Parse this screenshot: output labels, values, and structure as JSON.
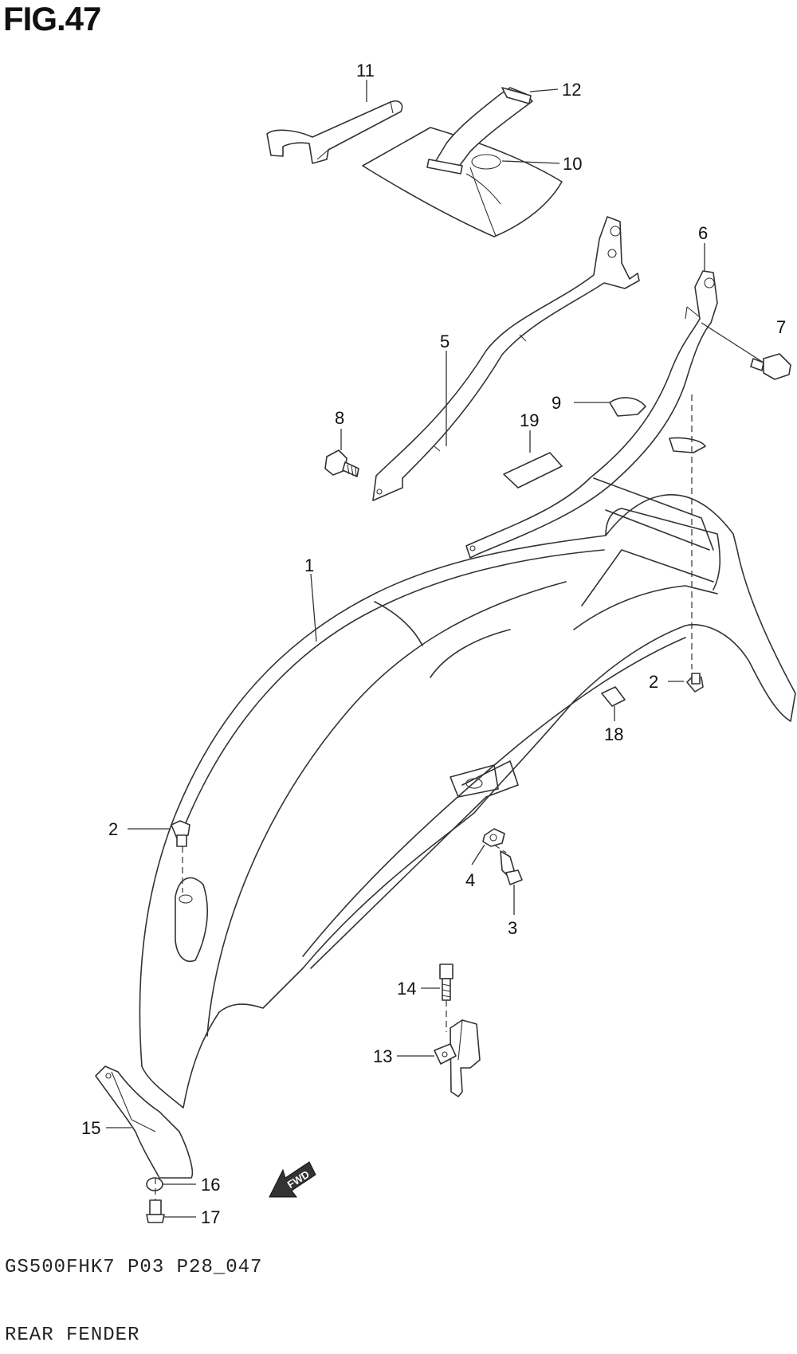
{
  "figure": {
    "title": "FIG.47",
    "model_code": "GS500FHK7  P03 P28_047",
    "section_name": "REAR  FENDER"
  },
  "callouts": [
    {
      "id": "c1",
      "number": "1"
    },
    {
      "id": "c2a",
      "number": "2"
    },
    {
      "id": "c2b",
      "number": "2"
    },
    {
      "id": "c3",
      "number": "3"
    },
    {
      "id": "c4",
      "number": "4"
    },
    {
      "id": "c5",
      "number": "5"
    },
    {
      "id": "c6",
      "number": "6"
    },
    {
      "id": "c7",
      "number": "7"
    },
    {
      "id": "c8",
      "number": "8"
    },
    {
      "id": "c9",
      "number": "9"
    },
    {
      "id": "c10",
      "number": "10"
    },
    {
      "id": "c11",
      "number": "11"
    },
    {
      "id": "c12",
      "number": "12"
    },
    {
      "id": "c13",
      "number": "13"
    },
    {
      "id": "c14",
      "number": "14"
    },
    {
      "id": "c15",
      "number": "15"
    },
    {
      "id": "c16",
      "number": "16"
    },
    {
      "id": "c17",
      "number": "17"
    },
    {
      "id": "c18",
      "number": "18"
    },
    {
      "id": "c19",
      "number": "19"
    }
  ],
  "direction_marker": {
    "label": "FWD",
    "icon": "forward-arrow-icon"
  }
}
